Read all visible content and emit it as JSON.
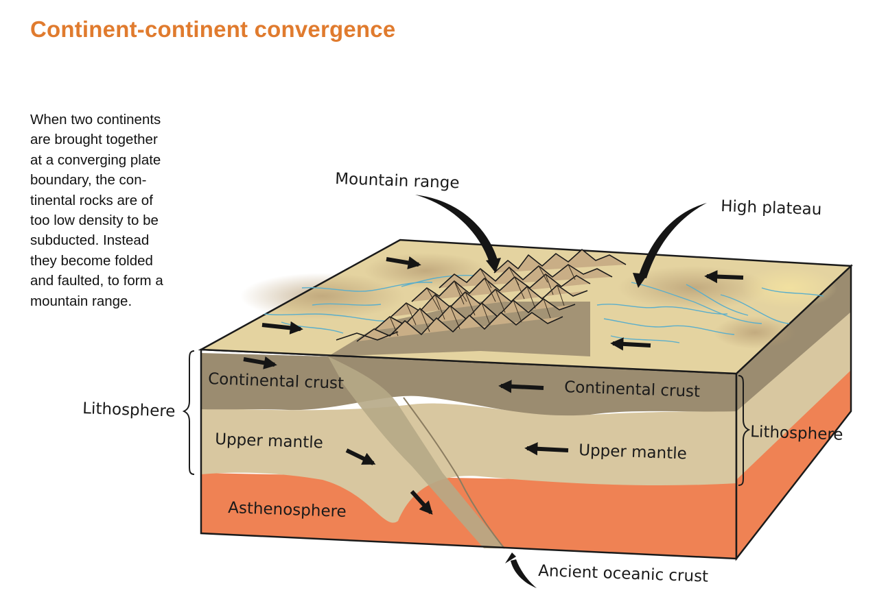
{
  "title": "Continent-continent convergence",
  "description_lines": [
    "When two continents",
    "are brought together",
    "at a converging plate",
    "boundary, the con-",
    "tinental rocks are of",
    "too low density to be",
    "subducted. Instead",
    "they become folded",
    "and faulted, to form a",
    "mountain range."
  ],
  "labels": {
    "mountain_range": "Mountain range",
    "high_plateau": "High plateau",
    "continental_crust_left": "Continental crust",
    "continental_crust_right": "Continental crust",
    "lithosphere_left": "Lithosphere",
    "lithosphere_right": "Lithosphere",
    "upper_mantle_left": "Upper mantle",
    "upper_mantle_right": "Upper mantle",
    "asthenosphere": "Asthenosphere",
    "ancient_oceanic_crust": "Ancient oceanic crust"
  },
  "colors": {
    "title": "#e07b2e",
    "surface": "#e4d3a0",
    "crust": "#9b8c70",
    "upper_mantle": "#d8c7a0",
    "asthenosphere": "#ef8254",
    "rivers": "#5aaecb"
  }
}
